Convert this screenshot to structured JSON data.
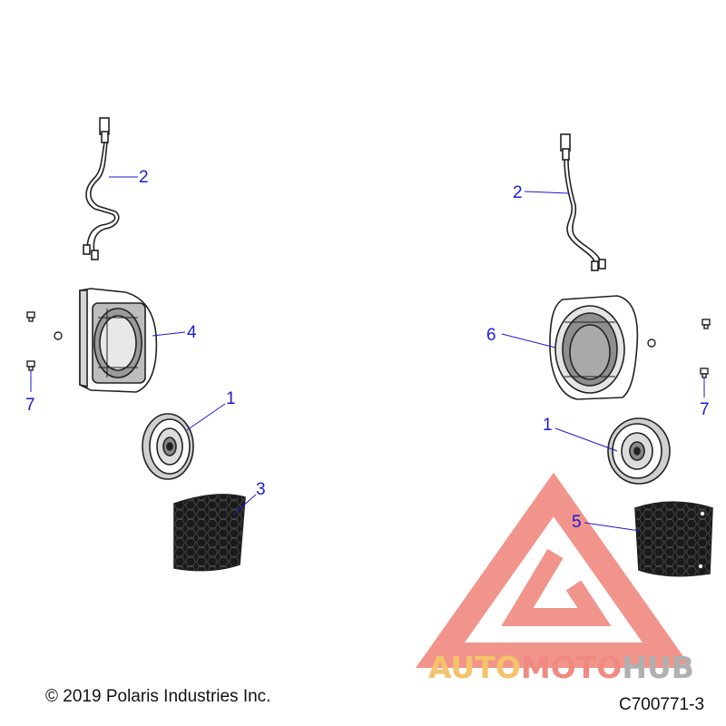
{
  "callouts": {
    "left_wire_harness": "2",
    "left_speaker_housing": "4",
    "left_bolt": "7",
    "left_speaker": "1",
    "left_grille": "3",
    "right_wire_harness": "2",
    "right_speaker_housing": "6",
    "right_bolt": "7",
    "right_speaker": "1",
    "right_grille": "5"
  },
  "footer": {
    "copyright": "© 2019 Polaris Industries Inc.",
    "drawing_number": "C700771-3"
  },
  "watermark": {
    "part1": "AUTO",
    "part2": "MOTO",
    "part3": "HUB"
  },
  "colors": {
    "callout": "#1a1ad6",
    "watermark_red": "#f08a80",
    "watermark_yellow": "#f5c36a",
    "watermark_gray": "#b0b0b0"
  }
}
